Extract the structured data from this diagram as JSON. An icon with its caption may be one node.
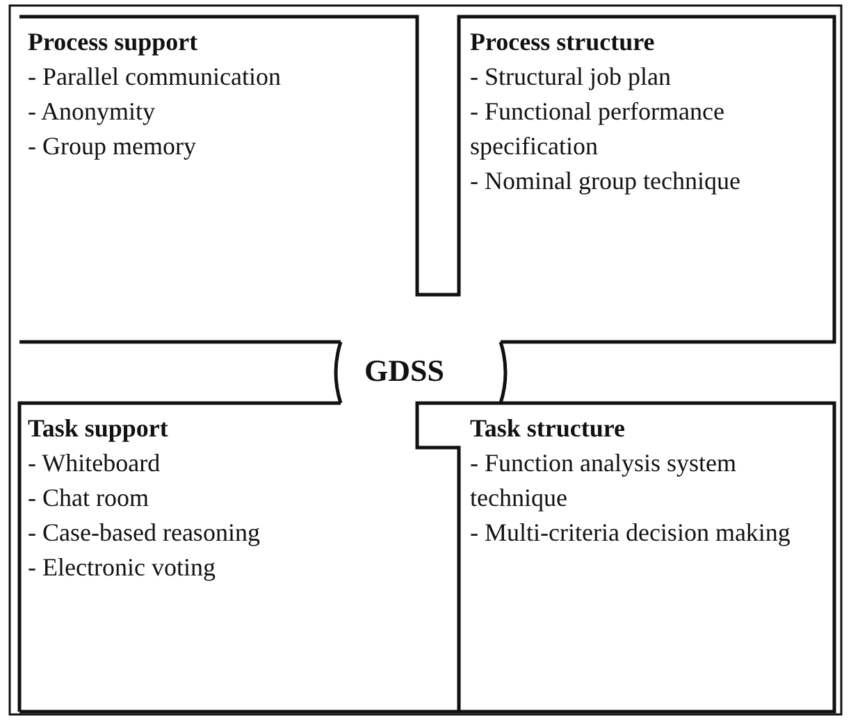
{
  "diagram": {
    "nodes": [
      {
        "text": [
          "Process support",
          "- Parallel communication",
          "- Anonymity",
          "- Group memory"
        ]
      },
      {
        "text": [
          "Process structure",
          "- Structural job plan",
          "- Functional performance specification",
          "- Nominal group technique"
        ]
      },
      {
        "text": [
          "Task support",
          "- Whiteboard",
          "- Chat room",
          "- Case-based reasoning",
          "- Electronic voting"
        ]
      },
      {
        "text": [
          "Task structure",
          "- Function analysis system technique",
          "- Multi-criteria decision making"
        ]
      }
    ],
    "labels": [
      "GDSS"
    ]
  }
}
